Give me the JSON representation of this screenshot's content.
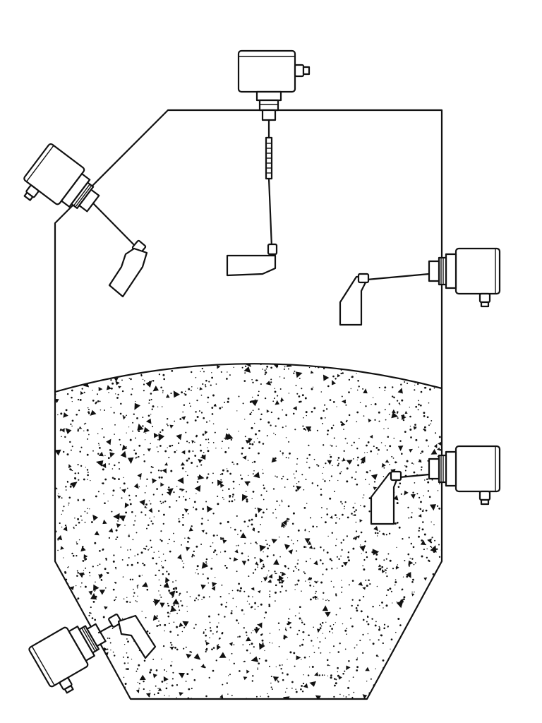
{
  "diagram": {
    "subject": "silo-with-rotary-paddle-level-switches",
    "colors": {
      "line": "#111111",
      "background": "#ffffff",
      "granules": "#111111"
    },
    "icons": [
      "rotary-paddle-switch-icon"
    ],
    "sensor_mounts": [
      "top",
      "upper-left-chamfer",
      "right-upper",
      "right-lower",
      "bottom-left-cone"
    ],
    "material_fill_level": 0.45
  }
}
